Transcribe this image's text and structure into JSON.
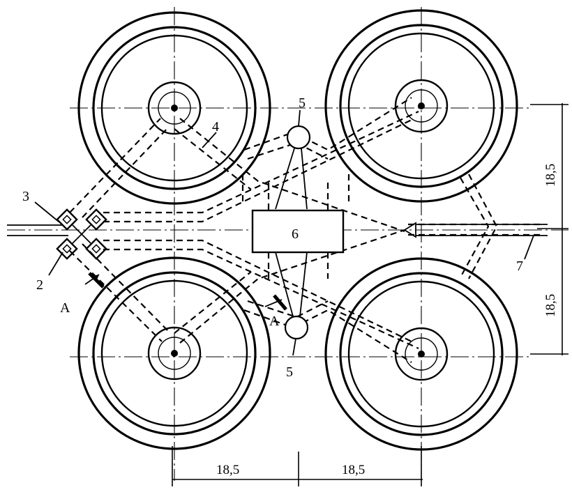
{
  "labels": {
    "item_2": "2",
    "item_3": "3",
    "item_4": "4",
    "item_5_top": "5",
    "item_5_bottom": "5",
    "item_6": "6",
    "item_7": "7",
    "section_a_left": "A",
    "section_a_right": "A"
  },
  "dimensions": {
    "vertical_upper": "18,5",
    "vertical_lower": "18,5",
    "horizontal_left": "18,5",
    "horizontal_right": "18,5"
  }
}
